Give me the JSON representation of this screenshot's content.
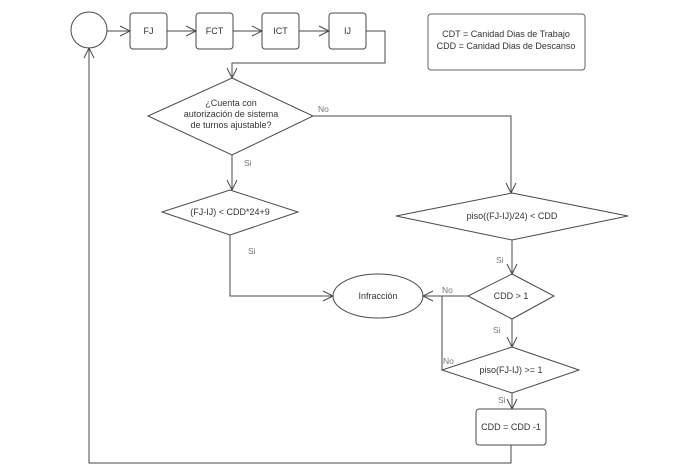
{
  "diagram": {
    "start": {
      "label": ""
    },
    "sequence": [
      {
        "id": "fj",
        "label": "FJ"
      },
      {
        "id": "fct",
        "label": "FCT"
      },
      {
        "id": "ict",
        "label": "ICT"
      },
      {
        "id": "ij",
        "label": "IJ"
      }
    ],
    "legend": {
      "line1": "CDT = Canidad Dias de Trabajo",
      "line2": "CDD =  Canidad Dias de Descanso"
    },
    "decisions": {
      "auth": {
        "lines": [
          "¿Cuenta con",
          "autorización de sistema",
          "de turnos ajustable?"
        ]
      },
      "fj_ij_cdd": {
        "label": "(FJ-IJ) < CDD*24+9"
      },
      "piso_div": {
        "label": "piso((FJ-IJ)/24) < CDD"
      },
      "cdd_gt": {
        "label": "CDD > 1"
      },
      "piso_ge": {
        "label": "piso(FJ-IJ) >= 1"
      }
    },
    "terminal": {
      "label": "Infracción"
    },
    "process": {
      "label": "CDD = CDD -1"
    },
    "edge_labels": {
      "auth_no": "No",
      "auth_si": "Si",
      "fj_si": "Si",
      "piso_div_si": "Si",
      "cdd_gt_no": "No",
      "cdd_gt_si": "Si",
      "piso_ge_no": "No",
      "piso_ge_si": "Si"
    }
  }
}
